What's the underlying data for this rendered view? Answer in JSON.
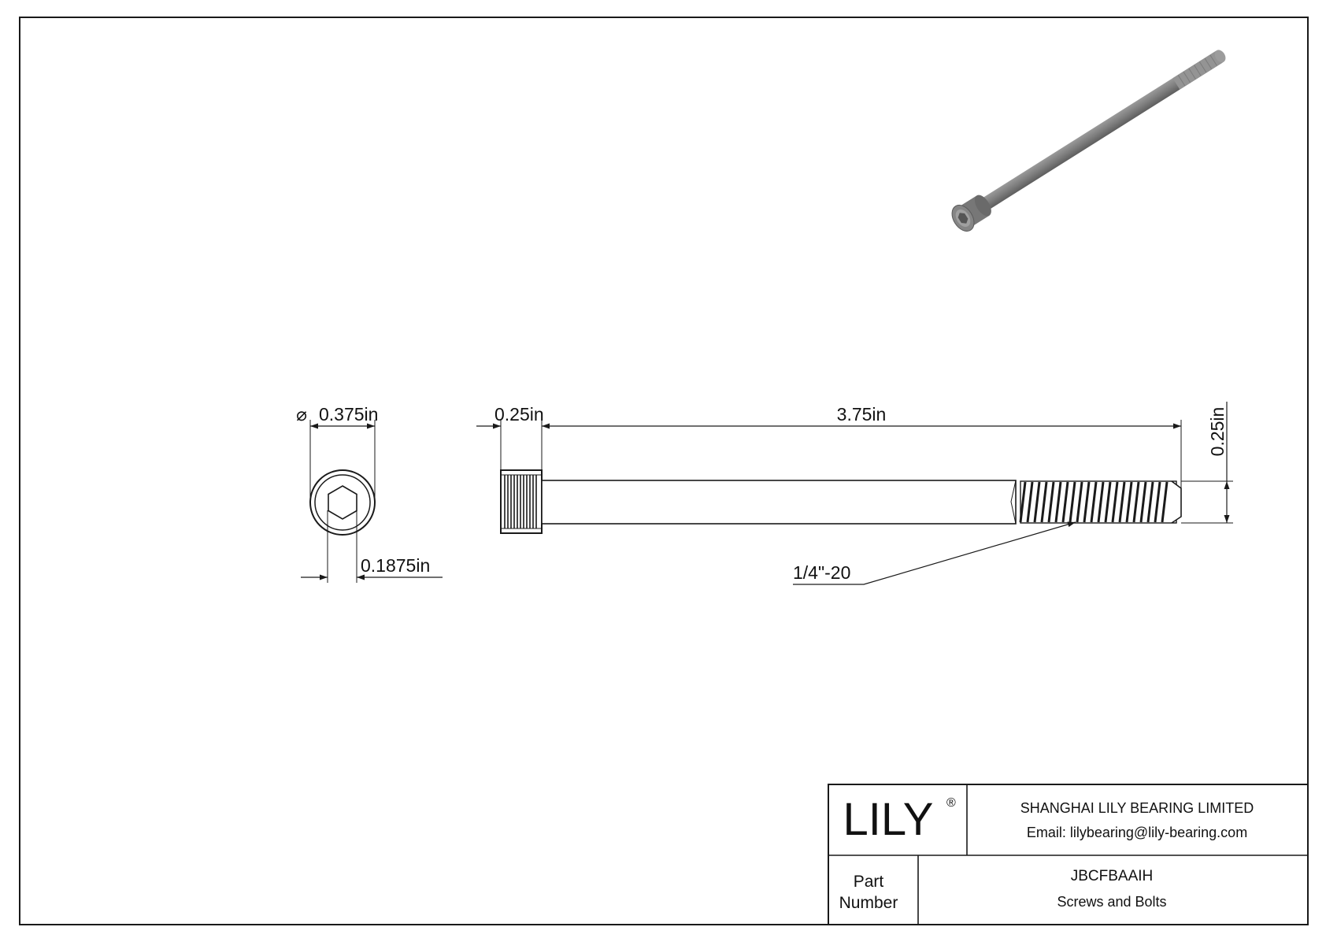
{
  "end_view": {
    "diameter_symbol": "⌀",
    "diameter_label": "0.375in",
    "socket_label": "0.1875in"
  },
  "side_view": {
    "head_length_label": "0.25in",
    "length_label": "3.75in",
    "thread_dia_label": "0.25in",
    "thread_callout": "1/4\"-20"
  },
  "title_block": {
    "logo_text": "LILY",
    "logo_mark": "®",
    "company": "SHANGHAI LILY BEARING LIMITED",
    "email": "Email: lilybearing@lily-bearing.com",
    "part_label_line1": "Part",
    "part_label_line2": "Number",
    "part_number": "JBCFBAAIH",
    "category": "Screws and Bolts"
  },
  "colors": {
    "line": "#1a1a1a",
    "model_body": "#8a8a8a",
    "model_shadow": "#6d6d6d"
  }
}
